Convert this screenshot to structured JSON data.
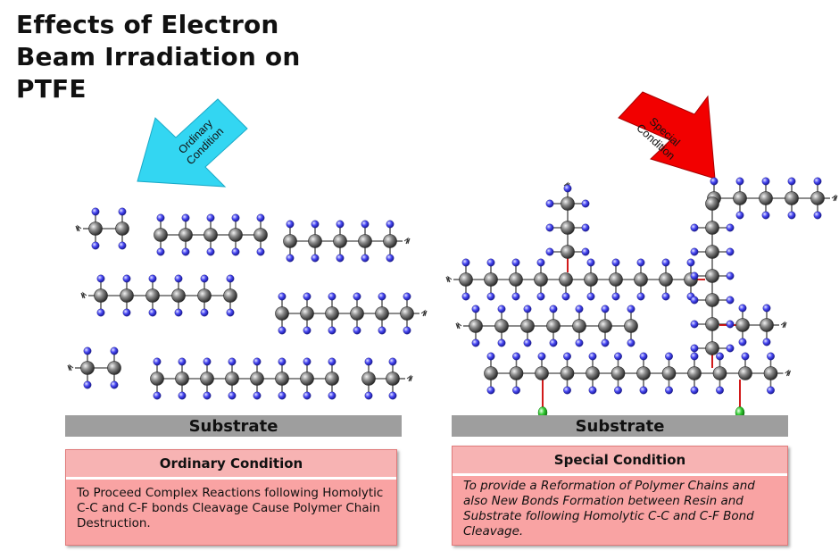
{
  "title": "Effects of Electron Beam Irradiation on PTFE",
  "arrows": {
    "left": {
      "label_line1": "Ordinary",
      "label_line2": "Condition",
      "color": "#33d6f2"
    },
    "right": {
      "label_line1": "Special",
      "label_line2": "Condition",
      "color": "#f20000"
    }
  },
  "left_panel": {
    "substrate": "Substrate",
    "heading": "Ordinary Condition",
    "text": "To Proceed Complex Reactions following Homolytic C-C and C-F bonds Cleavage Cause Polymer Chain Destruction."
  },
  "right_panel": {
    "substrate": "Substrate",
    "heading": "Special Condition",
    "text": "To provide a Reformation of Polymer Chains and also New Bonds Formation between Resin and Substrate following Homolytic C-C and C-F Bond Cleavage."
  },
  "colors": {
    "carbon": "#5a5a5a",
    "fluorine": "#3a3af0",
    "anchor": "#33cc33",
    "crosslink": "#cc0000",
    "substrate": "#9e9e9e",
    "condition_box": "#f9a3a3"
  }
}
